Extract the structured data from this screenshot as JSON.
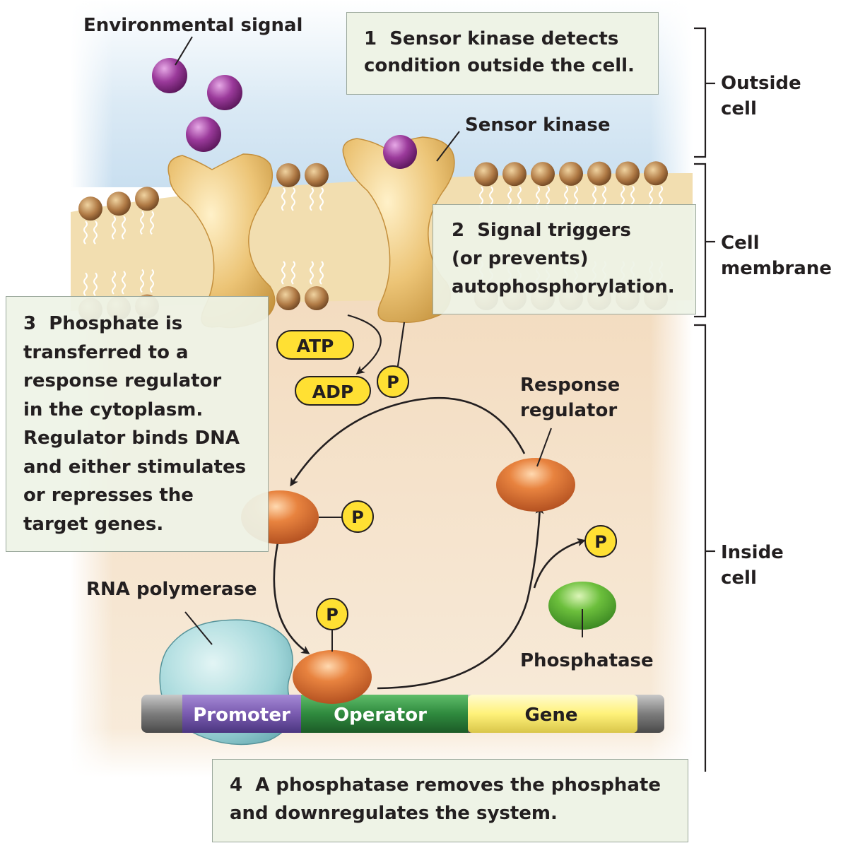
{
  "step1": {
    "num": "1",
    "lines": [
      "Sensor kinase detects",
      "condition outside the cell."
    ]
  },
  "step2": {
    "num": "2",
    "lines": [
      "Signal triggers",
      "(or prevents)",
      "autophosphorylation."
    ]
  },
  "step3": {
    "num": "3",
    "lines": [
      "Phosphate is",
      "transferred to a",
      "response regulator",
      "in the cytoplasm.",
      "Regulator binds DNA",
      "and either stimulates",
      "or represses the",
      "target genes."
    ]
  },
  "step4": {
    "num": "4",
    "lines": [
      "A phosphatase removes the phosphate",
      "and downregulates the system."
    ]
  },
  "labels": {
    "environmental_signal": "Environmental signal",
    "sensor_kinase": "Sensor kinase",
    "atp": "ATP",
    "adp": "ADP",
    "phosphate": "P",
    "response_regulator": [
      "Response",
      "regulator"
    ],
    "rna_polymerase": "RNA polymerase",
    "phosphatase": "Phosphatase",
    "promoter": "Promoter",
    "operator": "Operator",
    "gene": "Gene"
  },
  "regions": {
    "outside": [
      "Outside",
      "cell"
    ],
    "membrane": [
      "Cell",
      "membrane"
    ],
    "inside": [
      "Inside",
      "cell"
    ]
  },
  "colors": {
    "signal": "#8e2c8e",
    "kinase": "#e8c06a",
    "regulator": "#d9652a",
    "phosphate": "#ffe033",
    "phosphatase": "#5aa630",
    "polymerase": "#8fcfd4",
    "promoter": "#7a5bb0",
    "operator": "#2f8a3e",
    "gene": "#fff27a"
  }
}
